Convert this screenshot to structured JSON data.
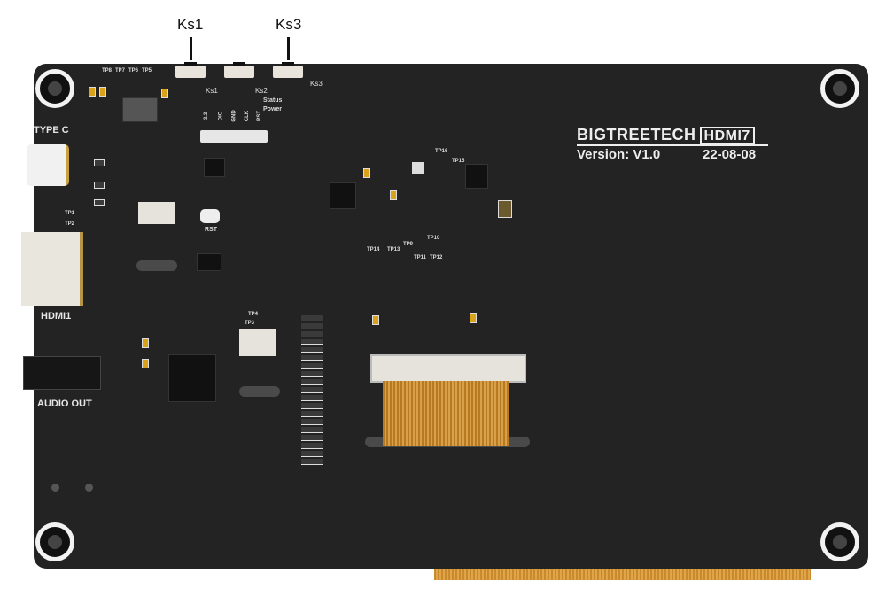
{
  "callouts": {
    "ks1": "Ks1",
    "ks3": "Ks3"
  },
  "logo": {
    "brand": "BIGTREETECH",
    "model": "HDMI7",
    "version_label": "Version:",
    "version": "V1.0",
    "date": "22-08-08"
  },
  "ports": {
    "type_c": "TYPE C",
    "hdmi": "HDMI1",
    "audio": "AUDIO OUT"
  },
  "buttons": {
    "ks1": "Ks1",
    "ks2": "Ks2",
    "ks3": "Ks3",
    "rst": "RST"
  },
  "leds": {
    "status": "Status",
    "power": "Power"
  },
  "header_pins": [
    "3.3",
    "DIO",
    "GND",
    "CLK",
    "RST"
  ],
  "test_points": {
    "tp8": "TP8",
    "tp7": "TP7",
    "tp6": "TP6",
    "tp5": "TP5",
    "tp1": "TP1",
    "tp2": "TP2",
    "tp3": "TP3",
    "tp4": "TP4",
    "tp9": "TP9",
    "tp10": "TP10",
    "tp11": "TP11",
    "tp12": "TP12",
    "tp13": "TP13",
    "tp14": "TP14",
    "tp15": "TP15",
    "tp16": "TP16"
  }
}
